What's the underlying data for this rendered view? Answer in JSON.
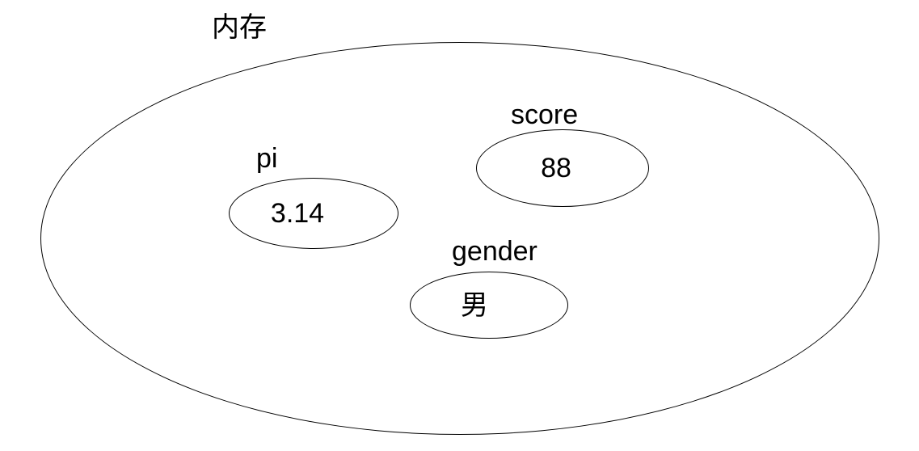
{
  "diagram": {
    "container": {
      "label": "内存"
    },
    "variables": [
      {
        "name": "pi",
        "value": "3.14"
      },
      {
        "name": "score",
        "value": "88"
      },
      {
        "name": "gender",
        "value": "男"
      }
    ],
    "colors": {
      "stroke": "#000000",
      "background": "#ffffff",
      "text": "#000000"
    }
  }
}
